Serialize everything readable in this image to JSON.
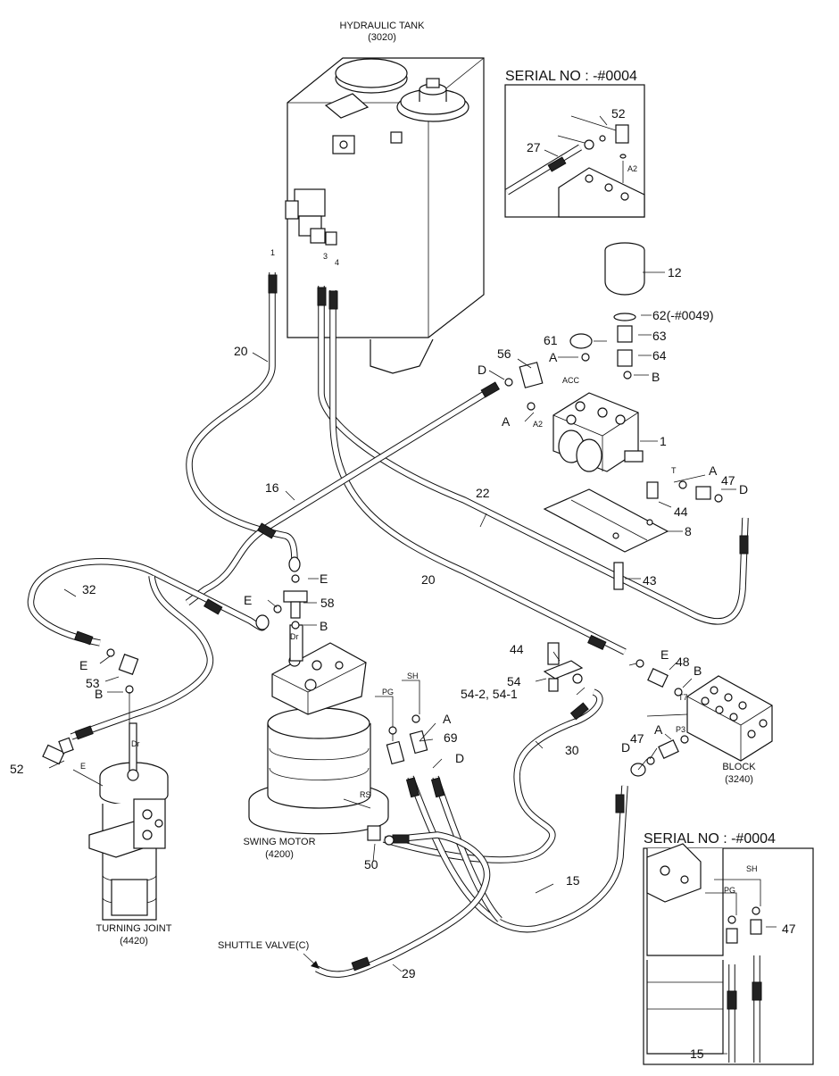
{
  "components": {
    "tank_name": "HYDRAULIC TANK",
    "tank_code": "(3020)",
    "swing_motor_name": "SWING MOTOR",
    "swing_motor_code": "(4200)",
    "turning_joint_name": "TURNING JOINT",
    "turning_joint_code": "(4420)",
    "block_name": "BLOCK",
    "block_code": "(3240)",
    "shuttle_valve": "SHUTTLE VALVE(C)"
  },
  "insets": {
    "top_title": "SERIAL NO : -#0004",
    "bottom_title": "SERIAL NO : -#0004"
  },
  "ports": {
    "acc": "ACC",
    "a2": "A2",
    "a2_inset": "A2",
    "t": "T",
    "t7": "T7",
    "p3": "P3",
    "pg": "PG",
    "sh": "SH",
    "rs": "RS",
    "dr_motor": "Dr",
    "dr_joint": "Dr",
    "e_joint": "E",
    "pg_inset": "PG",
    "sh_inset": "SH",
    "hose_1": "1",
    "hose_3": "3",
    "hose_4": "4"
  },
  "part_numbers": {
    "p1": "1",
    "p8": "8",
    "p12": "12",
    "p15": "15",
    "p15_inset": "15",
    "p16": "16",
    "p20_top": "20",
    "p20_mid": "20",
    "p22": "22",
    "p27": "27",
    "p29": "29",
    "p30": "30",
    "p32": "32",
    "p43": "43",
    "p44_valve": "44",
    "p44_bracket": "44",
    "p47_valve": "47",
    "p47_block": "47",
    "p47_inset": "47",
    "p48": "48",
    "p50": "50",
    "p52_inset": "52",
    "p52_joint": "52",
    "p53": "53",
    "p54": "54",
    "p54_sub": "54-2, 54-1",
    "p56": "56",
    "p58": "58",
    "p61": "61",
    "p62": "62(-#0049)",
    "p63": "63",
    "p64": "64",
    "p69": "69"
  },
  "port_letters": {
    "a_56": "A",
    "d_56": "D",
    "a_acc": "A",
    "b_acc": "B",
    "a_t": "A",
    "d_t": "D",
    "e_16": "E",
    "e_58": "E",
    "b_58": "B",
    "e_53": "E",
    "b_53": "B",
    "a_motor": "A",
    "d_motor": "D",
    "e_48": "E",
    "b_48": "B",
    "a_block": "A",
    "d_block": "D"
  }
}
